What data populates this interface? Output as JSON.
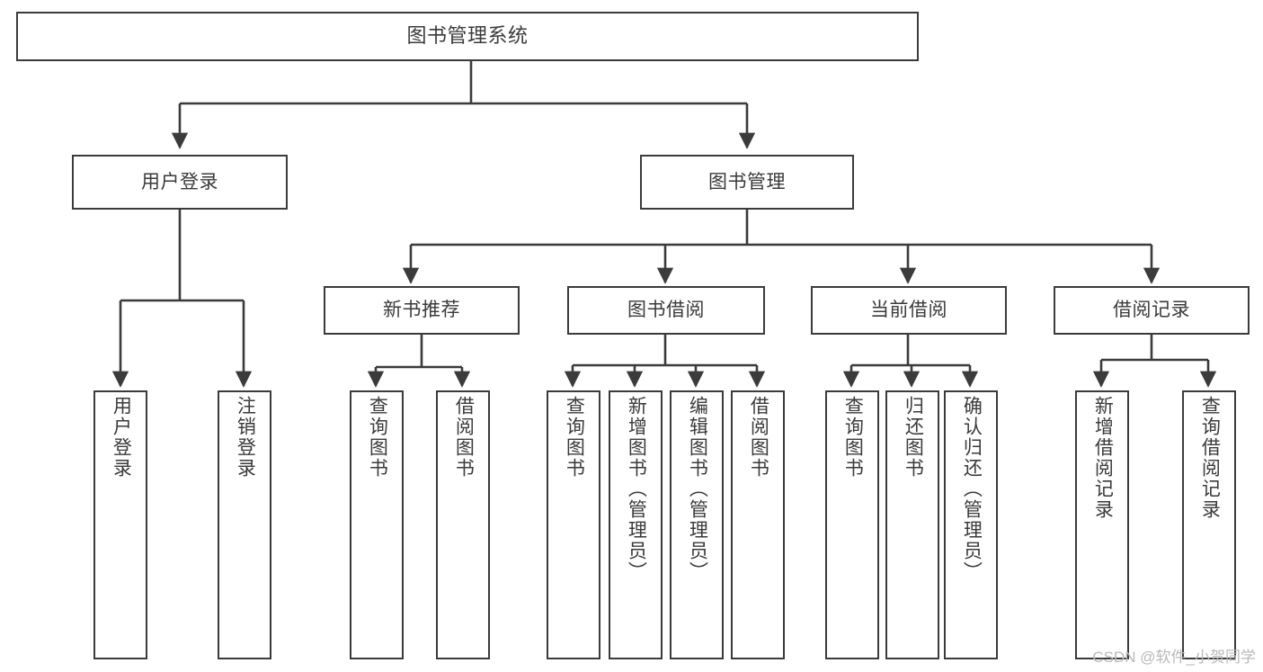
{
  "diagram": {
    "title": "图书管理系统",
    "type": "tree-hierarchy",
    "orientation": "top-down",
    "colors": {
      "line": "#3b3b3b",
      "box_border": "#3b3b3b",
      "box_fill": "#ffffff",
      "text": "#3a3a3a",
      "watermark": "#b9b9b9",
      "background": "#ffffff"
    },
    "watermark": "CSDN @软件_小贺同学",
    "nodes": {
      "root": {
        "label": "图书管理系统"
      },
      "level2": [
        {
          "label": "用户登录"
        },
        {
          "label": "图书管理"
        }
      ],
      "level3": [
        {
          "label": "新书推荐"
        },
        {
          "label": "图书借阅"
        },
        {
          "label": "当前借阅"
        },
        {
          "label": "借阅记录"
        }
      ],
      "leaves": {
        "user_login": [
          {
            "label": "用户登录"
          },
          {
            "label": "注销登录"
          }
        ],
        "new_book_recommend": [
          {
            "label": "查询图书"
          },
          {
            "label": "借阅图书"
          }
        ],
        "book_borrow": [
          {
            "label": "查询图书"
          },
          {
            "label": "新增图书（管理员）"
          },
          {
            "label": "编辑图书（管理员）"
          },
          {
            "label": "借阅图书"
          }
        ],
        "current_borrow": [
          {
            "label": "查询图书"
          },
          {
            "label": "归还图书"
          },
          {
            "label": "确认归还（管理员）"
          }
        ],
        "borrow_records": [
          {
            "label": "新增借阅记录"
          },
          {
            "label": "查询借阅记录"
          }
        ]
      }
    }
  }
}
